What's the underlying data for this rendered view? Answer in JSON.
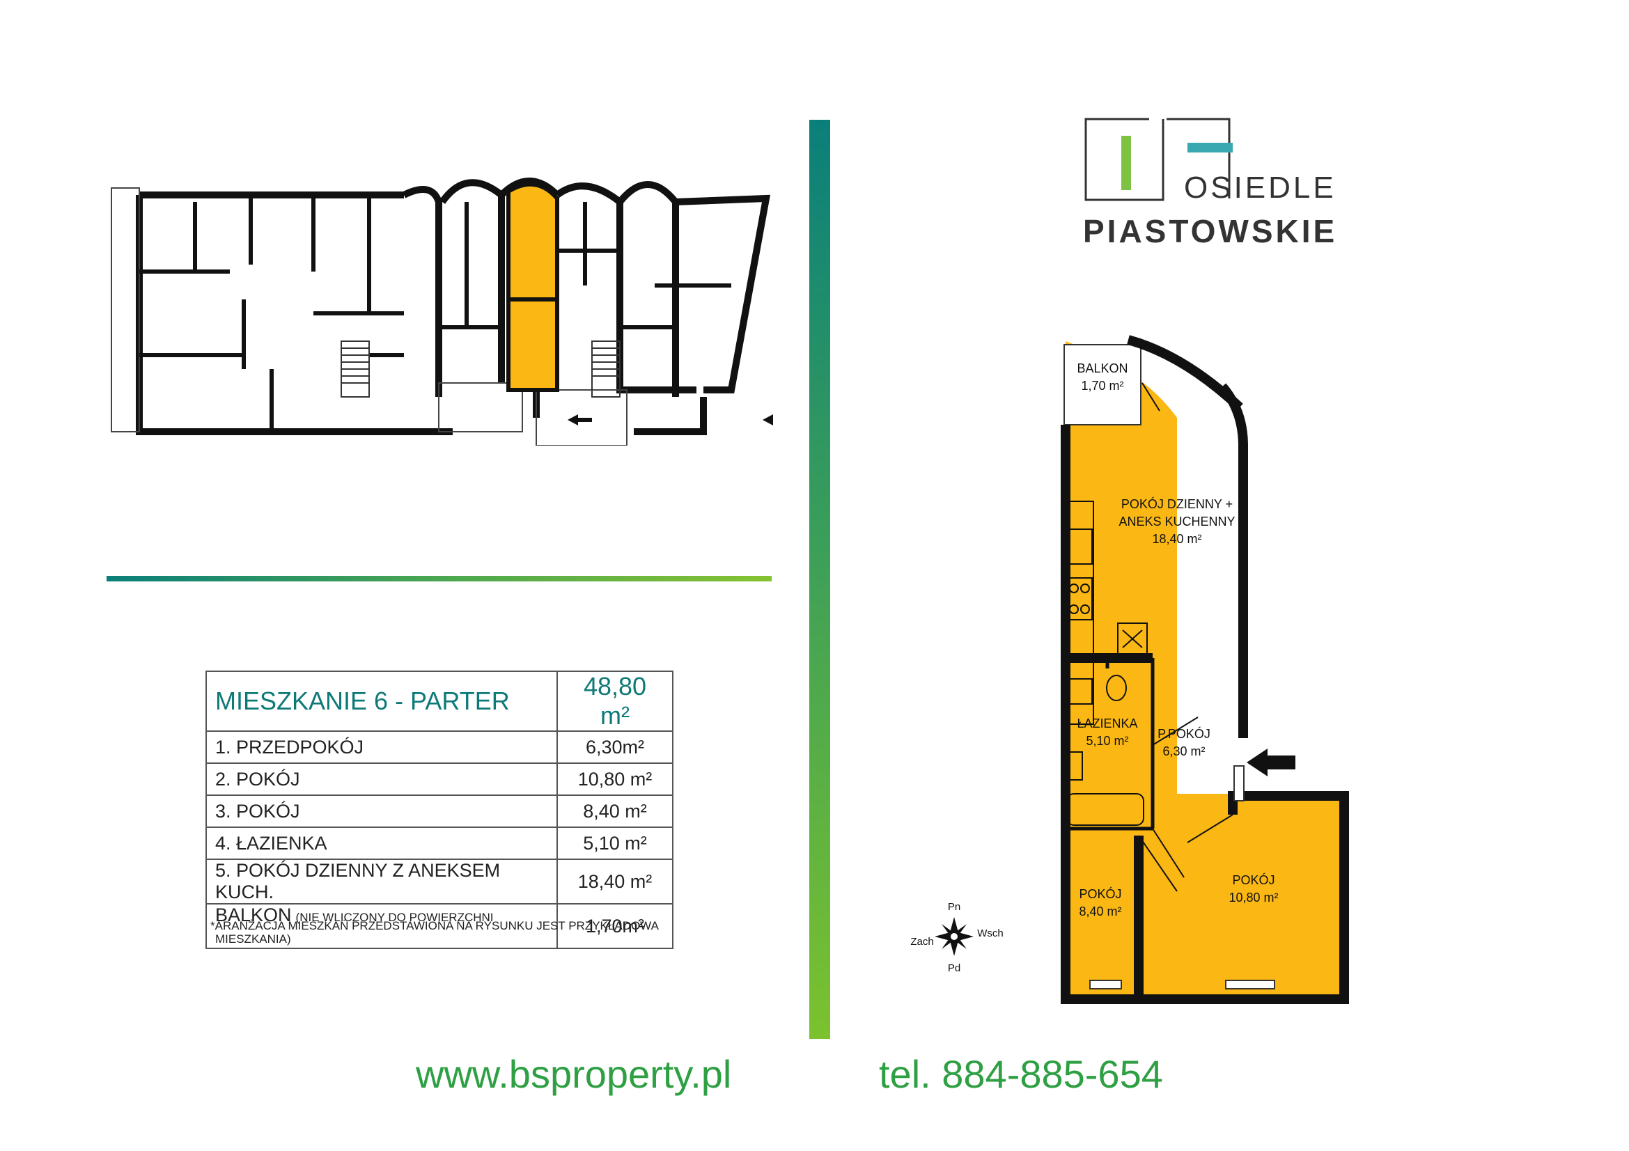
{
  "logo": {
    "line1": "OSIEDLE",
    "line2": "PIASTOWSKIE",
    "colors": {
      "accent_green": "#7dc242",
      "accent_teal": "#3aa8b0",
      "outline": "#333333"
    }
  },
  "apartment_table": {
    "title": "MIESZKANIE 6 - PARTER",
    "total_area": "48,80 m²",
    "rows": [
      {
        "label": "1. PRZEDPOKÓJ",
        "value": "6,30m²"
      },
      {
        "label": "2. POKÓJ",
        "value": "10,80 m²"
      },
      {
        "label": "3. POKÓJ",
        "value": "8,40 m²"
      },
      {
        "label": "4. ŁAZIENKA",
        "value": "5,10 m²"
      },
      {
        "label": "5. POKÓJ DZIENNY Z ANEKSEM KUCH.",
        "value": "18,40 m²"
      }
    ],
    "balcony": {
      "label": "BALKON",
      "note": "(NIE WLICZONY DO POWIERZCHNI MIESZKANIA)",
      "value": "1,70m²"
    },
    "header_color": "#0e7a78"
  },
  "footnote": "*ARANŻACJA MIESZKAŃ PRZEDSTAWIONA NA RYSUNKU JEST PRZYKŁADOWA",
  "plan": {
    "highlight_color": "#fbb713",
    "wall_color": "#111111",
    "rooms": {
      "balkon": {
        "name": "BALKON",
        "area": "1,70 m²"
      },
      "living": {
        "name1": "POKÓJ DZIENNY +",
        "name2": "ANEKS KUCHENNY",
        "area": "18,40 m²"
      },
      "bath": {
        "name": "ŁAZIENKA",
        "area": "5,10 m²"
      },
      "hall": {
        "name": "P.POKÓJ",
        "area": "6,30 m²"
      },
      "room_small": {
        "name": "POKÓJ",
        "area": "8,40 m²"
      },
      "room_large": {
        "name": "POKÓJ",
        "area": "10,80 m²"
      }
    },
    "compass": {
      "n": "Pn",
      "s": "Pd",
      "w": "Zach",
      "e": "Wsch"
    }
  },
  "footer": {
    "website": "www.bsproperty.pl",
    "phone": "tel. 884-885-654",
    "text_color": "#2ea043"
  }
}
